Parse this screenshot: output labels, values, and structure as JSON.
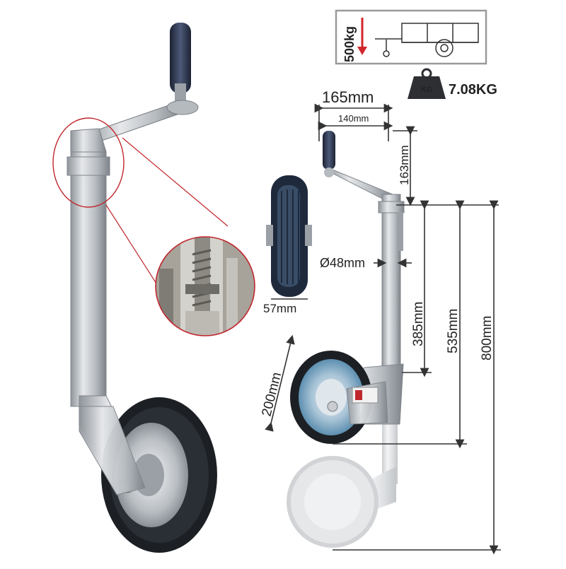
{
  "load_badge": {
    "capacity": "500kg",
    "capacity_color": "#d2262d",
    "frame_color": "#9a9a9a"
  },
  "weight_badge": {
    "icon": "weight-icon",
    "icon_text": "KG",
    "value": "7.08KG"
  },
  "dimensions": {
    "overall_width": "165mm",
    "handle_width": "140mm",
    "handle_height": "163mm",
    "tube_diameter": "Ø48mm",
    "wheel_width": "57mm",
    "wheel_diameter": "200mm",
    "tube_travel": "385mm",
    "min_height": "535mm",
    "max_height": "800mm"
  },
  "colors": {
    "zoom_circle": "#c0272d",
    "galvanised_steel": "#c9ccd0",
    "tyre": "#1c1f24",
    "handle_grip": "#3b4660"
  }
}
